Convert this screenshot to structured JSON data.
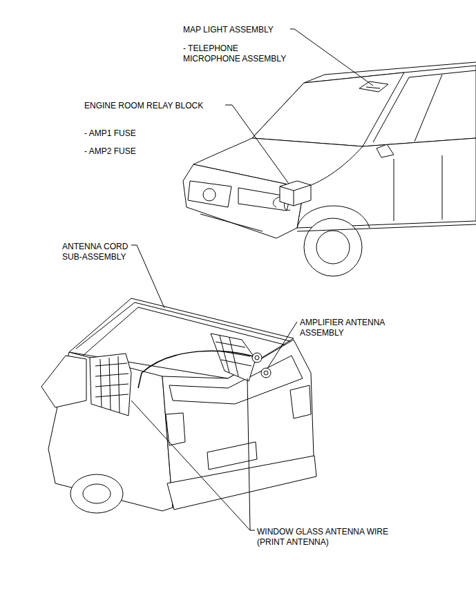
{
  "diagram": {
    "labels": [
      "MAP LIGHT ASSEMBLY",
      "- TELEPHONE MICROPHONE ASSEMBLY",
      "ENGINE ROOM RELAY BLOCK",
      "- AMP1 FUSE",
      "- AMP2 FUSE",
      "ANTENNA CORD SUB-ASSEMBLY",
      "AMPLIFIER ANTENNA ASSEMBLY",
      "WINDOW GLASS ANTENNA WIRE (PRINT ANTENNA)"
    ]
  }
}
